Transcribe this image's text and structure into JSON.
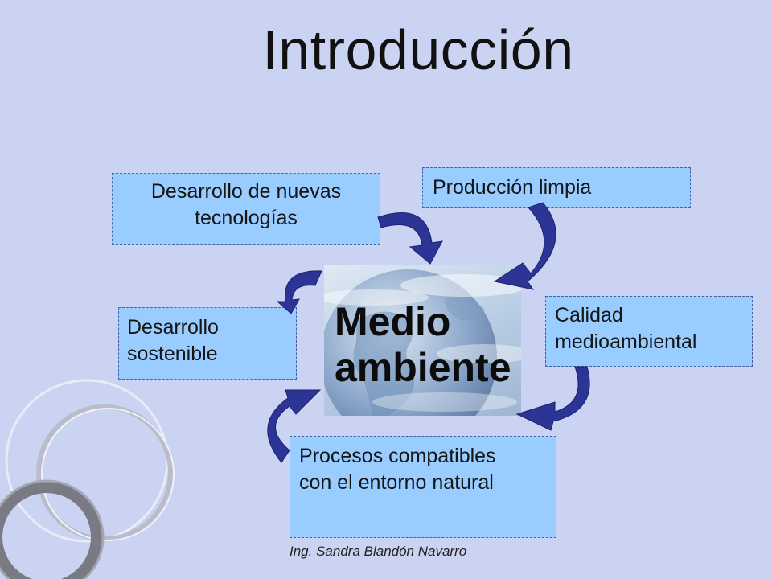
{
  "slide": {
    "title": "Introducción",
    "footer": "Ing. Sandra Blandón Navarro"
  },
  "center": {
    "line1": "Medio",
    "line2": "ambiente"
  },
  "boxes": {
    "tech": {
      "line1": "Desarrollo de nuevas",
      "line2": "tecnologías"
    },
    "produccion": {
      "line1": "Producción limpia"
    },
    "sostenible": {
      "line1": "Desarrollo",
      "line2": "sostenible"
    },
    "calidad": {
      "line1": "Calidad",
      "line2": "medioambiental"
    },
    "procesos": {
      "line1": "Procesos compatibles",
      "line2": "con el entorno natural"
    }
  },
  "colors": {
    "background": "#cbd3f2",
    "box_fill": "#99ccff",
    "box_border": "#4d5fa3",
    "arrow": "#2c3596"
  }
}
